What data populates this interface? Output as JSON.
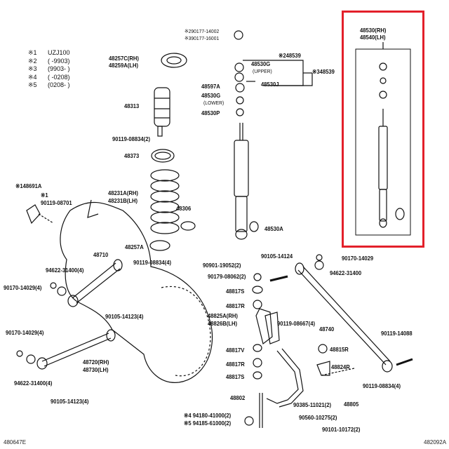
{
  "legend": [
    {
      "key": "※1",
      "value": "UZJ100"
    },
    {
      "key": "※2",
      "value": "(      -9903)"
    },
    {
      "key": "※3",
      "value": "(9903-      )"
    },
    {
      "key": "※4",
      "value": "(      -0208)"
    },
    {
      "key": "※5",
      "value": "(0208-      )"
    }
  ],
  "labels": {
    "nut_upper_a": "※290177-14002",
    "nut_upper_b": "※390177-16001",
    "insulator_rh": "48257C(RH)",
    "insulator_lh": "48259A(LH)",
    "kit_2": "※248539",
    "kit_3": "※348539",
    "cushion_upper": "48530G",
    "upper": "(UPPER)",
    "retainer_j": "48530J",
    "retainer_a": "48597A",
    "cushion_lower": "48530G",
    "lower": "(LOWER)",
    "retainer_p": "48530P",
    "bumper": "48313",
    "bolt_08834": "90119-08834(2)",
    "seat_48373": "48373",
    "spring_rh": "48231A(RH)",
    "spring_lh": "48231B(LH)",
    "bracket_48306": "48306",
    "insulator_lower": "48257A",
    "bolt_08834_4": "90119-08834(4)",
    "bushing_48530a": "48530A",
    "bolt_19052": "90901-19052(2)",
    "nut_08062": "90179-08062(2)",
    "bolt_14124": "90105-14124",
    "bracket_48691a": "※148691A",
    "note_1": "※1",
    "bolt_08701": "90119-08701",
    "arm_48710": "48710",
    "washer_31400_4": "94622-31400(4)",
    "nut_14029_4": "90170-14029(4)",
    "bolt_14123_4": "90105-14123(4)",
    "nut_14029_4b": "90170-14029(4)",
    "arm_rh": "48720(RH)",
    "arm_lh": "48730(LH)",
    "washer_31400_4b": "94622-31400(4)",
    "bolt_14123_4b": "90105-14123(4)",
    "cushion_48817s": "48817S",
    "cushion_48817r": "48817R",
    "bracket_rh": "48825A(RH)",
    "bracket_lh": "48826B(LH)",
    "cushion_48817v": "48817V",
    "cushion_48817r2": "48817R",
    "cushion_48817s2": "48817S",
    "bolt_08667": "90119-08667(4)",
    "rod_48740": "48740",
    "nut_14029": "90170-14029",
    "washer_31400": "94622-31400",
    "bolt_14088": "90119-14088",
    "bushing_48815r": "48815R",
    "bracket_48824r": "48824R",
    "bolt_08834_4b": "90119-08834(4)",
    "link_48802": "48802",
    "nut_41000": "※4 94180-41000(2)",
    "nut_61000": "※5 94185-61000(2)",
    "bushing_11021": "90385-11021(2)",
    "bushing_10275": "90560-10275(2)",
    "stabilizer_48805": "48805",
    "bolt_10172": "90101-10172(2)",
    "shock_rh": "48530(RH)",
    "shock_lh": "48540(LH)"
  },
  "footer": {
    "left": "480647E",
    "right": "482092A"
  },
  "highlight_color": "#e3202a"
}
